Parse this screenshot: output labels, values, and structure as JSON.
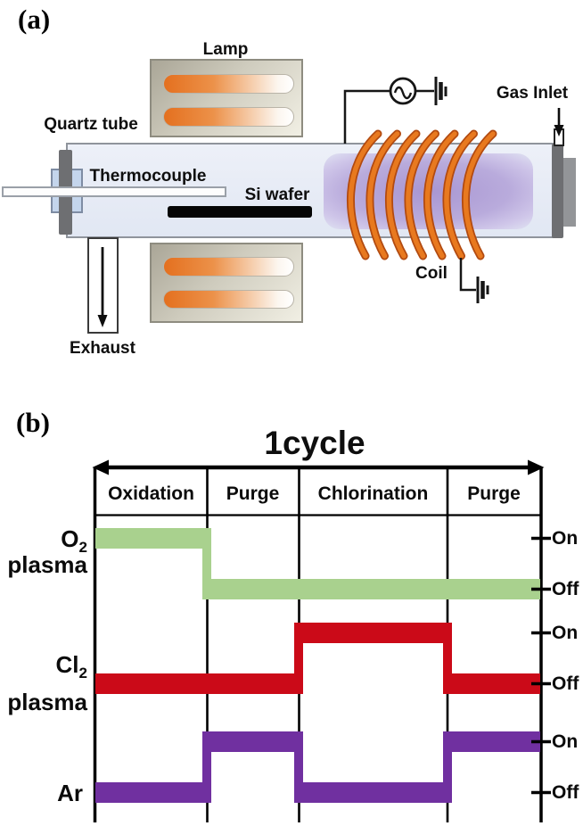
{
  "figure": {
    "panel_a": {
      "tag": "(a)",
      "labels": {
        "lamp": "Lamp",
        "quartz_tube": "Quartz tube",
        "thermocouple": "Thermocouple",
        "si_wafer": "Si wafer",
        "exhaust": "Exhaust",
        "gas_inlet": "Gas Inlet",
        "coil": "Coil"
      },
      "colors": {
        "coil_orange": "#e8791f",
        "coil_outline": "#b24a10",
        "heater_orange": "#e4701f",
        "plasma_glow_purple": "#b9abdc",
        "tube_fill": "#e7ecf6",
        "flange_gray": "#6e6f72"
      }
    },
    "panel_b": {
      "tag": "(b)",
      "title": "1cycle",
      "phases": [
        "Oxidation",
        "Purge",
        "Chlorination",
        "Purge"
      ],
      "tick_labels": [
        "On",
        "Off",
        "On",
        "Off",
        "On",
        "Off"
      ],
      "signals": [
        {
          "main": "O",
          "sub": "2",
          "line2": "plasma",
          "color": "#a9d18e"
        },
        {
          "main": "Cl",
          "sub": "2",
          "line2": "plasma",
          "color": "#cb0a18"
        },
        {
          "main": "Ar",
          "sub": "",
          "line2": "",
          "color": "#7030a0"
        }
      ]
    }
  },
  "chart_data": {
    "type": "line",
    "subtype": "timing-diagram",
    "title": "1cycle",
    "x_phases": [
      "Oxidation",
      "Purge",
      "Chlorination",
      "Purge"
    ],
    "y_levels": [
      "On",
      "Off"
    ],
    "series": [
      {
        "name": "O2 plasma",
        "color": "#a9d18e",
        "states": [
          "On",
          "Off",
          "Off",
          "Off"
        ]
      },
      {
        "name": "Cl2 plasma",
        "color": "#cb0a18",
        "states": [
          "Off",
          "Off",
          "On",
          "Off"
        ]
      },
      {
        "name": "Ar",
        "color": "#7030a0",
        "states": [
          "Off",
          "On",
          "Off",
          "On"
        ]
      }
    ],
    "legend_position": "left",
    "grid": "phase-dividers"
  }
}
